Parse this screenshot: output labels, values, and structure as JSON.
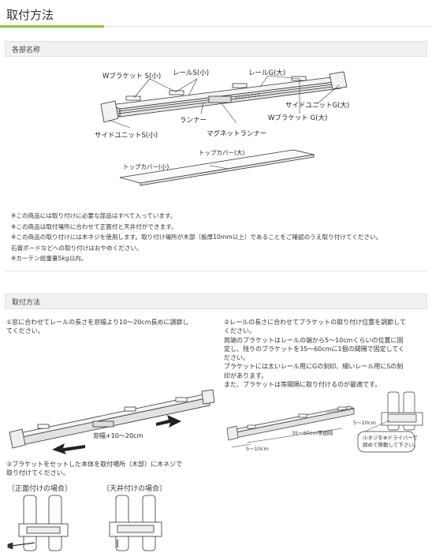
{
  "page": {
    "title": "取付方法"
  },
  "parts_section": {
    "heading": "各部名称",
    "labels": {
      "w_bracket_s": "Wブラケット S(小)",
      "rail_s": "レールS(小)",
      "rail_g": "レールG(大)",
      "side_unit_g": "サイドユニットG(大)",
      "w_bracket_g": "Wブラケット G(大)",
      "runner": "ランナー",
      "magnet_runner": "マグネットランナー",
      "side_unit_s": "サイドユニットS(小)",
      "top_cover_large": "トップカバー(大)",
      "top_cover_small": "トップカバー(小)"
    },
    "notes": [
      "※この商品には取り付けに必要な部品はすべて入っています。",
      "※この商品は取付場所に合わせて正面付と天井付ができます。",
      "※この商品の取り付けには木ネジを使用します。取り付け場所が木部（板厚10mm以上）であることをご確認のうえ取り付けてください。",
      "石膏ボードなどへの取り付けはおやめください。",
      "※カーテン総重量5kg以内。"
    ]
  },
  "method_section": {
    "heading": "取付方法",
    "step1": [
      "①窓に合わせてレールの長さを窓幅より10〜20cm長めに調節し",
      "てください。"
    ],
    "step1_dim": "窓幅+10〜20cm",
    "step2": [
      "②レールの長さに合わせてブラケットの取り付け位置を調節して",
      "ください。",
      "両端のブラケットはレールの端から5〜10cmくらいの位置に固",
      "定し、残りのブラケットを35〜60cmに1個の間隔で固定してく",
      "ださい。",
      "ブラケットには太いレール用にGの刻印、細いレール用にSの刻",
      "印があります。",
      "また、ブラケットは等間隔に取り付けるのが最適です。"
    ],
    "step2_dims": {
      "end_right": "5〜10cm",
      "middle": "35〜60cm等間隔",
      "end_left": "5〜10cm"
    },
    "step2_callout": [
      "小ネジを⊕ドライバーで",
      "締めて移動して下さい。"
    ],
    "step3": [
      "③ブラケットをセットした本体を取付場所（木部）に木ネジで",
      "取り付けてください。"
    ],
    "mount_front": "〔正面付けの場合〕",
    "mount_ceiling": "〔天井付けの場合〕"
  }
}
